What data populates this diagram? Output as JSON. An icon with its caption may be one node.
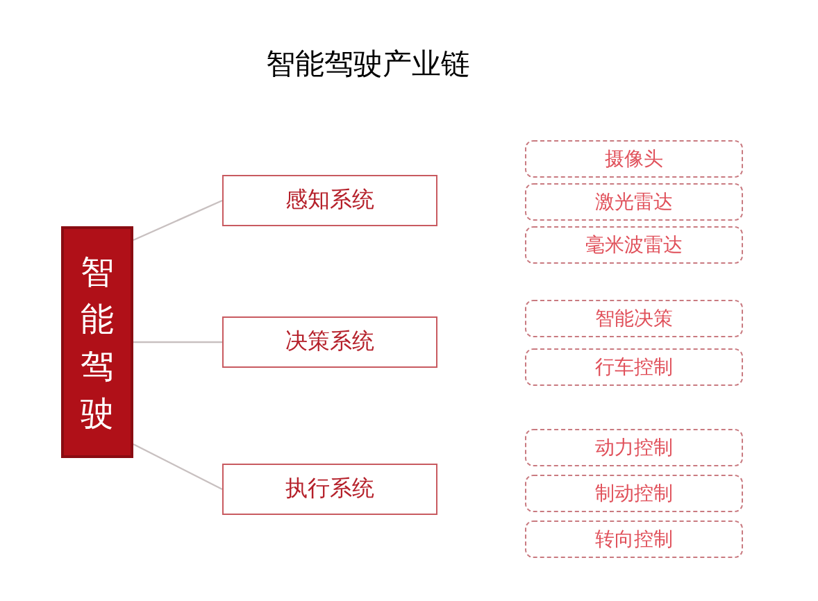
{
  "diagram": {
    "title": "智能驾驶产业链",
    "nodes": [
      {
        "text": [
          "智能驾驶"
        ]
      },
      {
        "text": [
          "感知系统"
        ]
      },
      {
        "text": [
          "决策系统"
        ]
      },
      {
        "text": [
          "执行系统"
        ]
      },
      {
        "text": [
          "摄像头"
        ]
      },
      {
        "text": [
          "激光雷达"
        ]
      },
      {
        "text": [
          "毫米波雷达"
        ]
      },
      {
        "text": [
          "智能决策"
        ]
      },
      {
        "text": [
          "行车控制"
        ]
      },
      {
        "text": [
          "动力控制"
        ]
      },
      {
        "text": [
          "制动控制"
        ]
      },
      {
        "text": [
          "转向控制"
        ]
      }
    ],
    "edges": [
      {
        "from": 0,
        "to": 1,
        "arrow": "none"
      },
      {
        "from": 0,
        "to": 2,
        "arrow": "none"
      },
      {
        "from": 0,
        "to": 3,
        "arrow": "none"
      }
    ]
  }
}
